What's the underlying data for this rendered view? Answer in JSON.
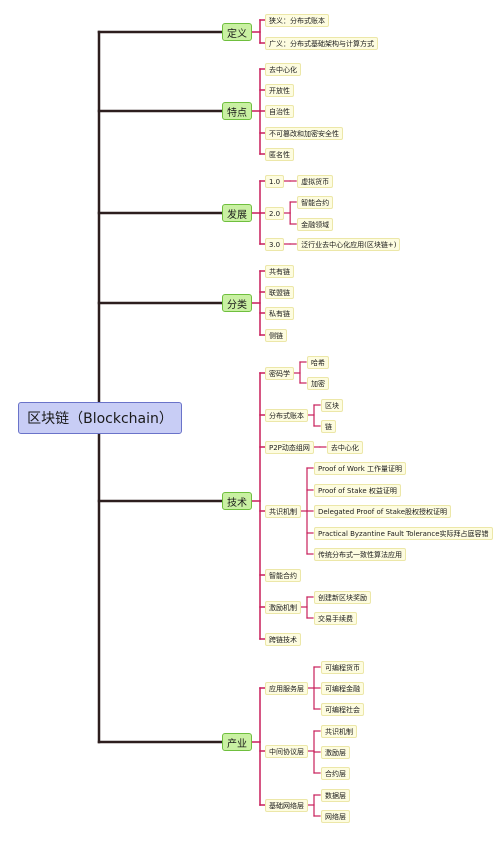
{
  "root": "区块链（Blockchain）",
  "categories": [
    {
      "label": "定义",
      "items": [
        {
          "label": "狭义：分布式账本"
        },
        {
          "label": "广义：分布式基础架构与计算方式"
        }
      ]
    },
    {
      "label": "特点",
      "items": [
        {
          "label": "去中心化"
        },
        {
          "label": "开放性"
        },
        {
          "label": "自治性"
        },
        {
          "label": "不可篡改和加密安全性"
        },
        {
          "label": "匿名性"
        }
      ]
    },
    {
      "label": "发展",
      "items": [
        {
          "label": "1.0",
          "children": [
            {
              "label": "虚拟货币"
            }
          ]
        },
        {
          "label": "2.0",
          "children": [
            {
              "label": "智能合约"
            },
            {
              "label": "金融领域"
            }
          ]
        },
        {
          "label": "3.0",
          "children": [
            {
              "label": "泛行业去中心化应用(区块链+)"
            }
          ]
        }
      ]
    },
    {
      "label": "分类",
      "items": [
        {
          "label": "共有链"
        },
        {
          "label": "联盟链"
        },
        {
          "label": "私有链"
        },
        {
          "label": "侧链"
        }
      ]
    },
    {
      "label": "技术",
      "items": [
        {
          "label": "密码学",
          "children": [
            {
              "label": "哈希"
            },
            {
              "label": "加密"
            }
          ]
        },
        {
          "label": "分布式账本",
          "children": [
            {
              "label": "区块"
            },
            {
              "label": "链"
            }
          ]
        },
        {
          "label": "P2P动态组网",
          "children": [
            {
              "label": "去中心化"
            }
          ]
        },
        {
          "label": "共识机制",
          "children": [
            {
              "label": "Proof of Work 工作量证明"
            },
            {
              "label": "Proof of Stake 权益证明"
            },
            {
              "label": "Delegated Proof of Stake股权授权证明"
            },
            {
              "label": "Practical Byzantine Fault Tolerance实际拜占庭容错"
            },
            {
              "label": "传统分布式一致性算法应用"
            }
          ]
        },
        {
          "label": "智能合约"
        },
        {
          "label": "激励机制",
          "children": [
            {
              "label": "创建新区块奖励"
            },
            {
              "label": "交易手续费"
            }
          ]
        },
        {
          "label": "跨链技术"
        }
      ]
    },
    {
      "label": "产业",
      "items": [
        {
          "label": "应用服务层",
          "children": [
            {
              "label": "可编程货币"
            },
            {
              "label": "可编程金融"
            },
            {
              "label": "可编程社会"
            }
          ]
        },
        {
          "label": "中间协议层",
          "children": [
            {
              "label": "共识机制"
            },
            {
              "label": "激励层"
            },
            {
              "label": "合约层"
            }
          ]
        },
        {
          "label": "基础网络层",
          "children": [
            {
              "label": "数据层"
            },
            {
              "label": "网络层"
            }
          ]
        }
      ]
    }
  ],
  "colors": {
    "trunk": "#2d1e1e",
    "branch": "#c81e5a",
    "root_fill": "#c8cdf5",
    "category_fill": "#c9f0a2",
    "leaf_fill": "#fdfce0"
  }
}
